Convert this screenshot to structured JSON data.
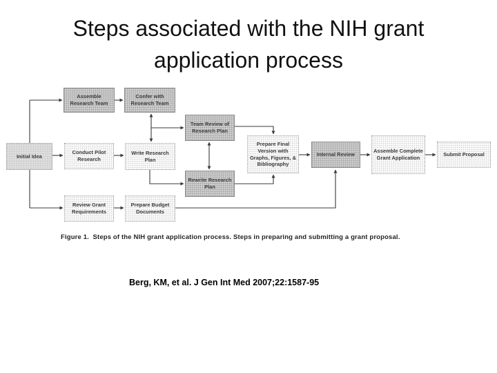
{
  "slide": {
    "title": {
      "line1": "Steps associated with the NIH grant",
      "line2": "application process"
    },
    "citation": "Berg, KM, et al. J Gen Int Med 2007;22:1587-95"
  },
  "figure": {
    "caption": "Figure 1.  Steps of the NIH grant application process. Steps in preparing and submitting a grant proposal.",
    "colors": {
      "shaded_box_fill": "#cfcfcf",
      "light_box_fill": "#fafafa",
      "medium_box_fill": "#e6e6e6",
      "connector_line": "#3a3a3a",
      "title_text": "#111111"
    },
    "boxes": [
      {
        "label": "Initial Idea"
      },
      {
        "label": "Assemble Research Team"
      },
      {
        "label": "Confer with Research Team"
      },
      {
        "label": "Conduct Pilot Research"
      },
      {
        "label": "Write Research Plan"
      },
      {
        "label": "Team Review of Research Plan"
      },
      {
        "label": "Rewrite Research Plan"
      },
      {
        "label": "Prepare Final Version with Graphs, Figures, & Bibliography"
      },
      {
        "label": "Internal Review"
      },
      {
        "label": "Assemble Complete Grant Application"
      },
      {
        "label": "Submit Proposal"
      },
      {
        "label": "Review Grant Requirements"
      },
      {
        "label": "Prepare Budget Documents"
      }
    ]
  }
}
